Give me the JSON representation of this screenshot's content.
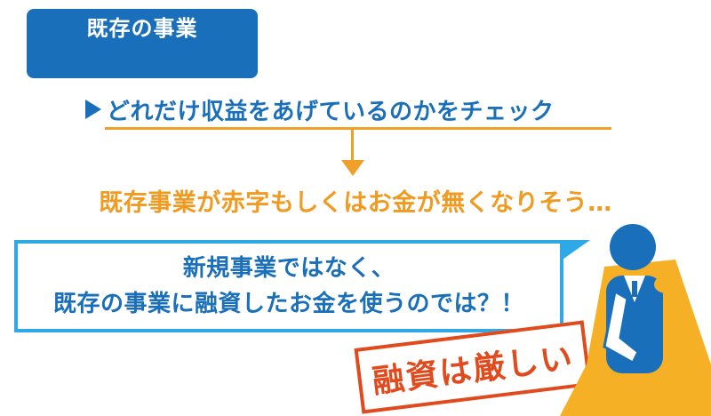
{
  "header": {
    "tag_label": "既存の事業"
  },
  "check": {
    "text": "どれだけ収益をあげているのかをチェック"
  },
  "warning": {
    "text": "既存事業が赤字もしくはお金が無くなりそう…"
  },
  "speech": {
    "line1": "新規事業ではなく、",
    "line2": "既存の事業に融資したお金を使うのでは？！"
  },
  "stamp": {
    "text": "融資は厳しい"
  },
  "colors": {
    "brand_blue": "#1a6fba",
    "light_blue": "#2ea9e6",
    "orange": "#f0a028",
    "stamp_red": "#e04a1c"
  },
  "icons": {
    "pointer": "triangle-right-icon",
    "arrow": "arrow-down-icon",
    "figure": "businessman-figure"
  }
}
